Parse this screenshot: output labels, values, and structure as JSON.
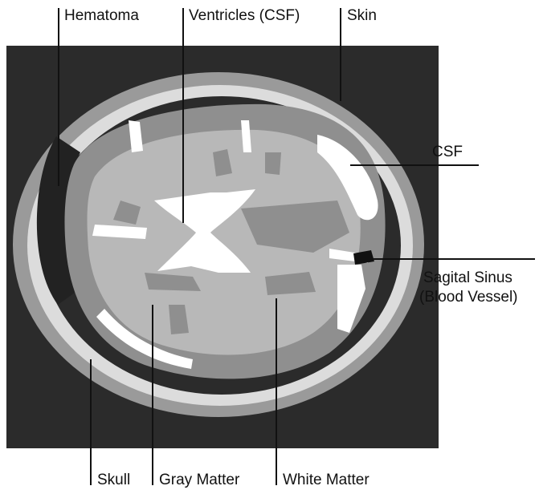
{
  "labels": {
    "hematoma": "Hematoma",
    "ventricles": "Ventricles (CSF)",
    "skin": "Skin",
    "csf": "CSF",
    "sagital_line1": "Sagital Sinus",
    "sagital_line2": "(Blood Vessel)",
    "skull": "Skull",
    "gray_matter": "Gray Matter",
    "white_matter": "White Matter"
  },
  "colors": {
    "background": "#2b2b2b",
    "skin": "#9a9a9a",
    "skull": "#dcdcdc",
    "gray_matter": "#8f8f8f",
    "white_matter": "#b8b8b8",
    "csf": "#ffffff",
    "hematoma": "#222222",
    "blood_vessel": "#111111"
  }
}
